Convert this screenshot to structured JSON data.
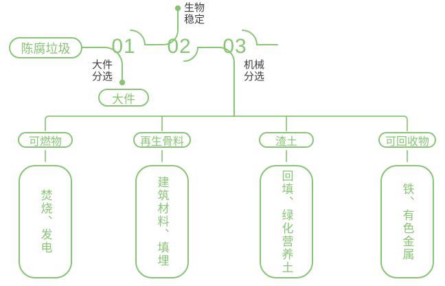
{
  "diagram": {
    "source_label": "陈腐垃圾",
    "steps": [
      {
        "number": "01",
        "process": "大件\n分选",
        "output": "大件"
      },
      {
        "number": "02",
        "process": "生物\n稳定"
      },
      {
        "number": "03",
        "process": "机械\n分选"
      }
    ],
    "branches": [
      {
        "category": "可燃物",
        "result": "焚烧、发电"
      },
      {
        "category": "再生骨料",
        "result": "建筑材料、填埋"
      },
      {
        "category": "渣土",
        "result": "回填、绿化营养土"
      },
      {
        "category": "可回收物",
        "result": "铁、有色金属"
      }
    ],
    "colors": {
      "accent": "#86C672",
      "label_text": "#3C3C3C",
      "background": "#FFFFFF"
    }
  }
}
